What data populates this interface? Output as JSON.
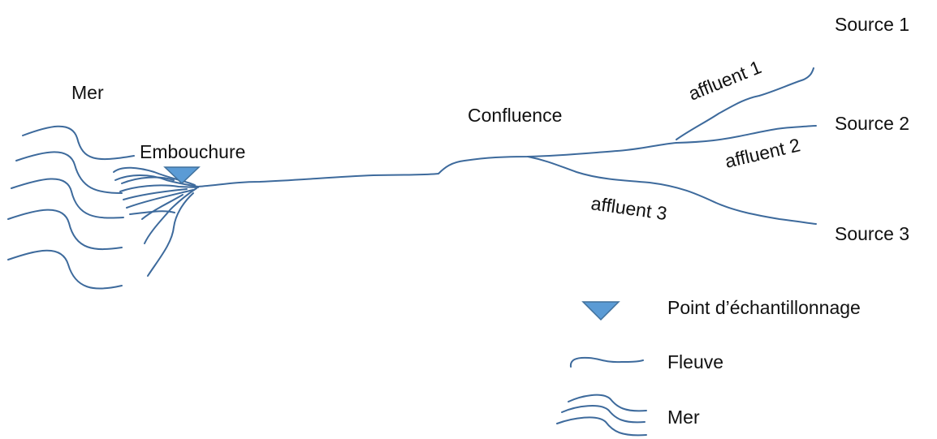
{
  "labels": {
    "mer": "Mer",
    "embouchure": "Embouchure",
    "confluence": "Confluence",
    "source_1": "Source 1",
    "source_2": "Source 2",
    "source_3": "Source 3",
    "affluent_1": "affluent 1",
    "affluent_2": "affluent 2",
    "affluent_3": "affluent 3"
  },
  "legend": {
    "items": [
      {
        "icon": "triangle-marker-icon",
        "label": "Point d’échantillonnage"
      },
      {
        "icon": "river-line-icon",
        "label": "Fleuve"
      },
      {
        "icon": "sea-waves-icon",
        "label": "Mer"
      }
    ]
  },
  "colors": {
    "line": "#3d6a9c",
    "marker_fill": "#5b9bd5",
    "marker_stroke": "#41719c"
  }
}
